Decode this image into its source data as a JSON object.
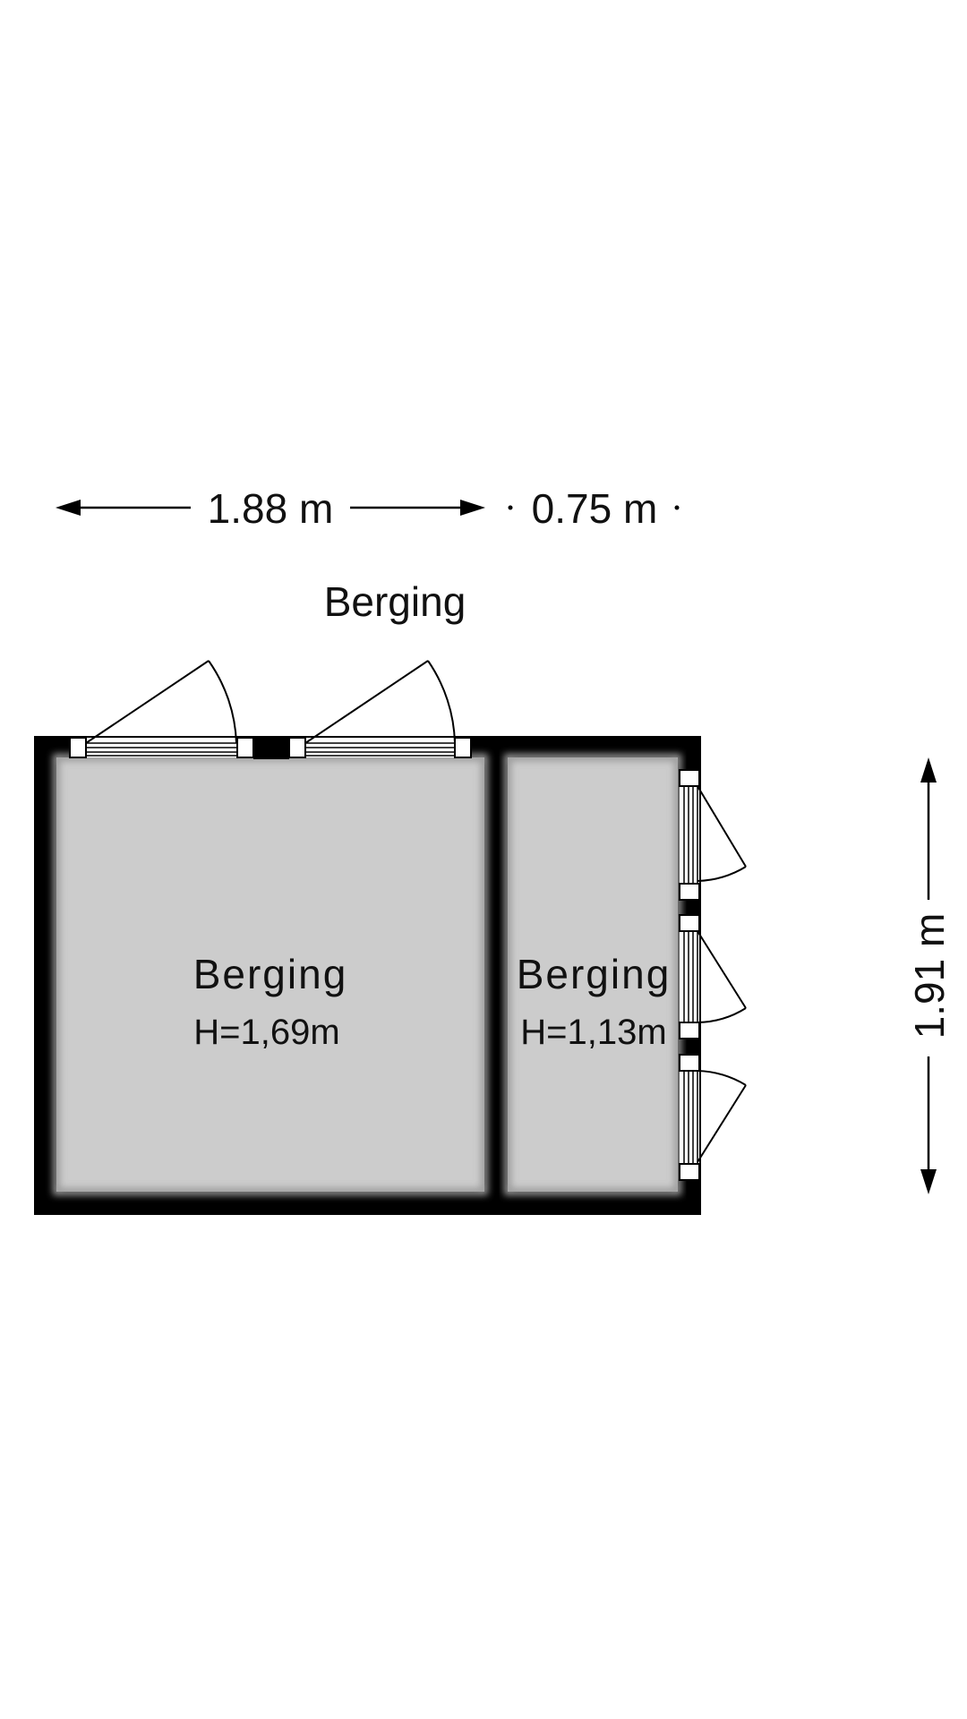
{
  "title": "Berging",
  "dimensions": {
    "width_main": "1.88 m",
    "width_side": "0.75 m",
    "depth": "1.91 m"
  },
  "rooms": [
    {
      "name": "Berging",
      "height": "H=1,69m"
    },
    {
      "name": "Berging",
      "height": "H=1,13m"
    }
  ],
  "colors": {
    "wall": "#000000",
    "floor": "#cccccc",
    "background": "#ffffff"
  }
}
